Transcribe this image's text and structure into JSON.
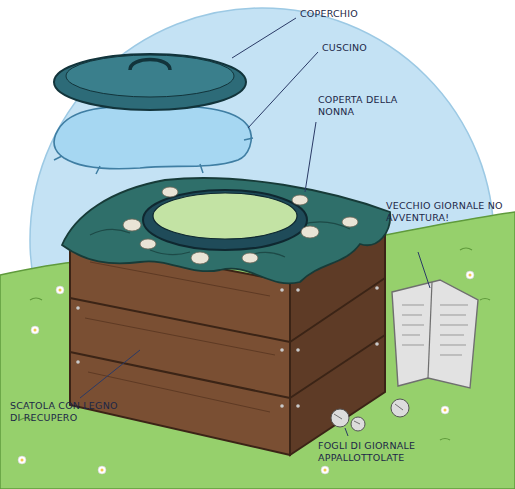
{
  "diagram": {
    "labels": [
      "COPERCHIO",
      "CUSCINO",
      "COPERTA DELLA NONNA",
      "VECCHIO GIORNALE NO AVVENTURA!",
      "SCATOLA CON LEGNO DI RECUPERO",
      "FOGLI DI GIORNALE APPALLOTTOLATE"
    ]
  }
}
